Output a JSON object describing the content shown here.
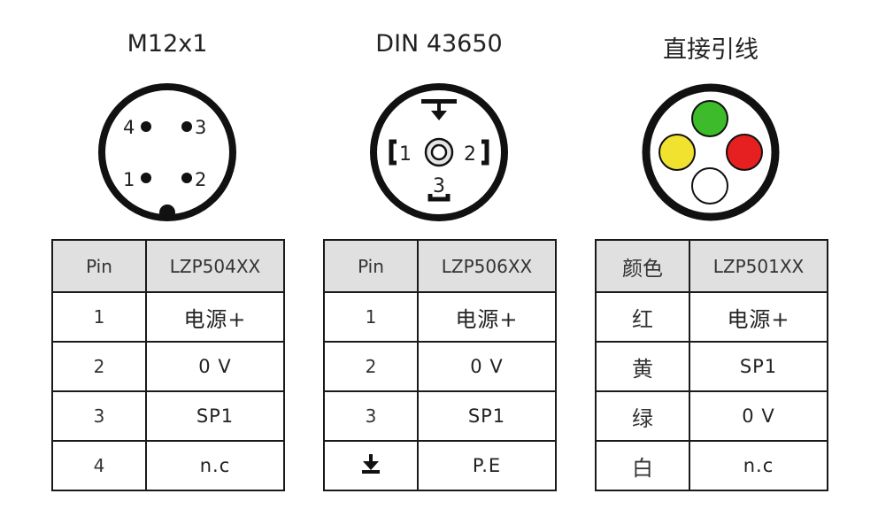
{
  "connectors": [
    {
      "title": "M12x1",
      "pin_labels": [
        "4",
        "3",
        "1",
        "2"
      ],
      "header": [
        "Pin",
        "LZP504XX"
      ],
      "rows": [
        [
          "1",
          "电源+"
        ],
        [
          "2",
          "0 V"
        ],
        [
          "3",
          "SP1"
        ],
        [
          "4",
          "n.c"
        ]
      ]
    },
    {
      "title": "DIN 43650",
      "pin_labels": [
        "1",
        "2",
        "3"
      ],
      "header": [
        "Pin",
        "LZP506XX"
      ],
      "rows": [
        [
          "1",
          "电源+"
        ],
        [
          "2",
          "0 V"
        ],
        [
          "3",
          "SP1"
        ],
        [
          "",
          "P.E"
        ]
      ],
      "ground_icon": "ground-icon"
    },
    {
      "title": "直接引线",
      "wire_colors": {
        "green": "#3dbb2b",
        "yellow": "#f2e230",
        "red": "#e62020",
        "white": "#ffffff"
      },
      "header": [
        "颜色",
        "LZP501XX"
      ],
      "rows": [
        [
          "红",
          "电源+"
        ],
        [
          "黄",
          "SP1"
        ],
        [
          "绿",
          "0 V"
        ],
        [
          "白",
          "n.c"
        ]
      ]
    }
  ]
}
